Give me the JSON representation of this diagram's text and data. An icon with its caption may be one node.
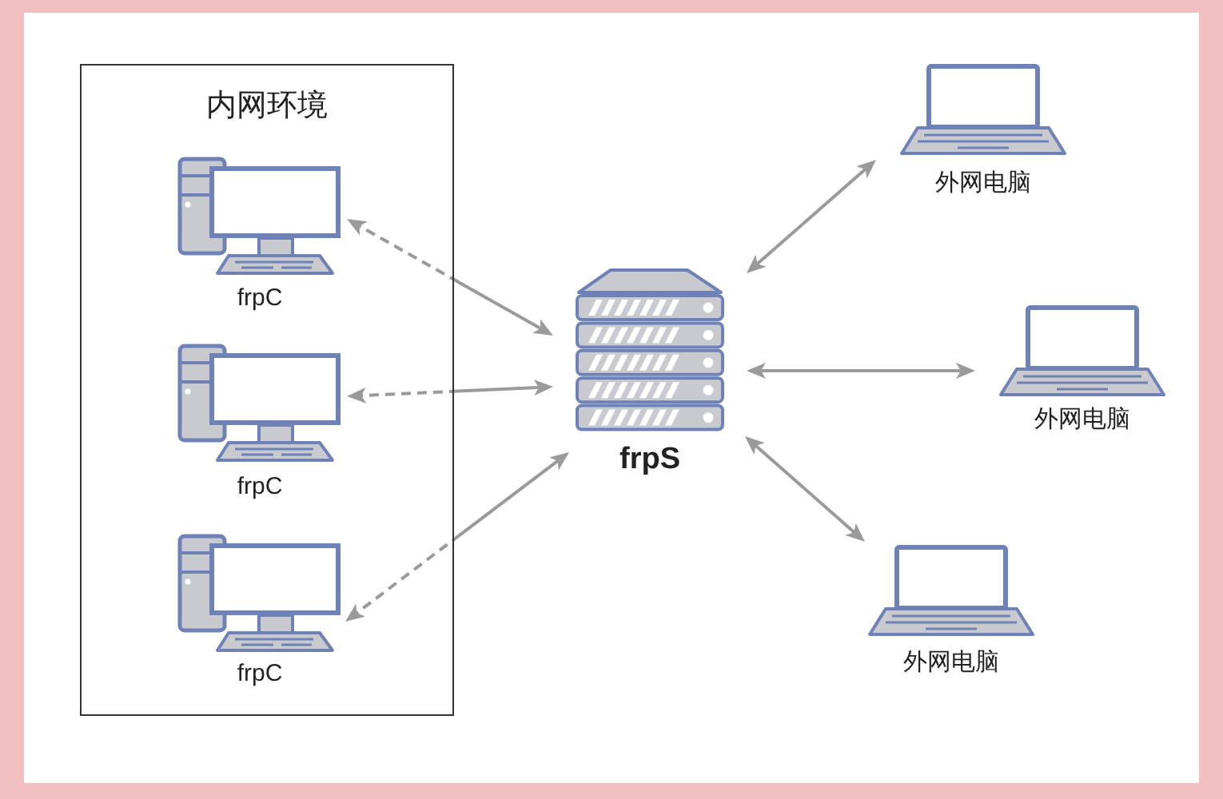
{
  "diagram": {
    "nodes": [
      {
        "text": [
          "内网环境"
        ]
      },
      {
        "text": [
          "frpC"
        ],
        "in": 0
      },
      {
        "text": [
          "frpC"
        ],
        "in": 0
      },
      {
        "text": [
          "frpC"
        ],
        "in": 0
      },
      {
        "text": [
          "frpS"
        ]
      },
      {
        "text": [
          "外网电脑"
        ]
      },
      {
        "text": [
          "外网电脑"
        ]
      },
      {
        "text": [
          "外网电脑"
        ]
      }
    ],
    "edges": [
      {
        "from": 1,
        "to": 4,
        "arrow": "both",
        "style": "dashed"
      },
      {
        "from": 2,
        "to": 4,
        "arrow": "both",
        "style": "dashed"
      },
      {
        "from": 3,
        "to": 4,
        "arrow": "both",
        "style": "dashed"
      },
      {
        "from": 4,
        "to": 5,
        "arrow": "both"
      },
      {
        "from": 4,
        "to": 6,
        "arrow": "both"
      },
      {
        "from": 4,
        "to": 7,
        "arrow": "both"
      }
    ]
  }
}
